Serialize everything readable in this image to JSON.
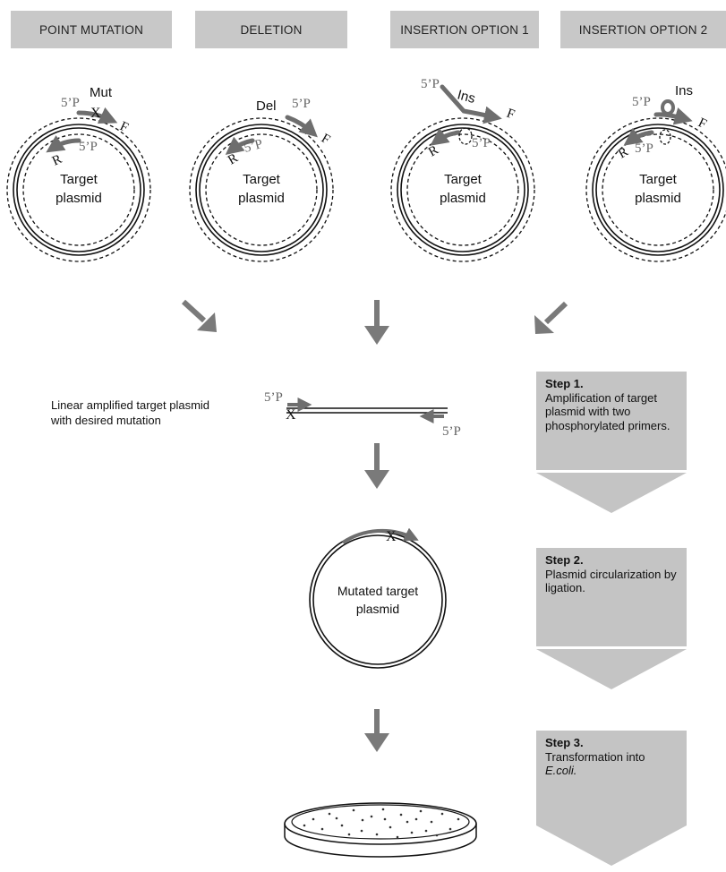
{
  "headers": [
    "POINT MUTATION",
    "DELETION",
    "INSERTION OPTION 1",
    "INSERTION OPTION 2"
  ],
  "plasmid_label": [
    "Target",
    "plasmid"
  ],
  "primer_labels": {
    "phospho": "5’P",
    "forward": "F",
    "reverse": "R",
    "mutation": "Mut",
    "deletion": "Del",
    "insertion": "Ins",
    "mutation_mark": "X"
  },
  "linear_label": [
    "Linear amplified target plasmid",
    "with desired mutation"
  ],
  "mutated_label": [
    "Mutated target",
    "plasmid"
  ],
  "steps": [
    {
      "title": "Step 1.",
      "text": "Amplification of target plasmid with two phosphorylated primers."
    },
    {
      "title": "Step 2.",
      "text": "Plasmid circularization by ligation."
    },
    {
      "title": "Step 3.",
      "text": "Transformation into",
      "italic": "E.coli."
    }
  ],
  "colors": {
    "box": "#c8c8c8",
    "arrow": "#7a7a7a",
    "primer": "#6e6e6e",
    "line": "#111111"
  }
}
